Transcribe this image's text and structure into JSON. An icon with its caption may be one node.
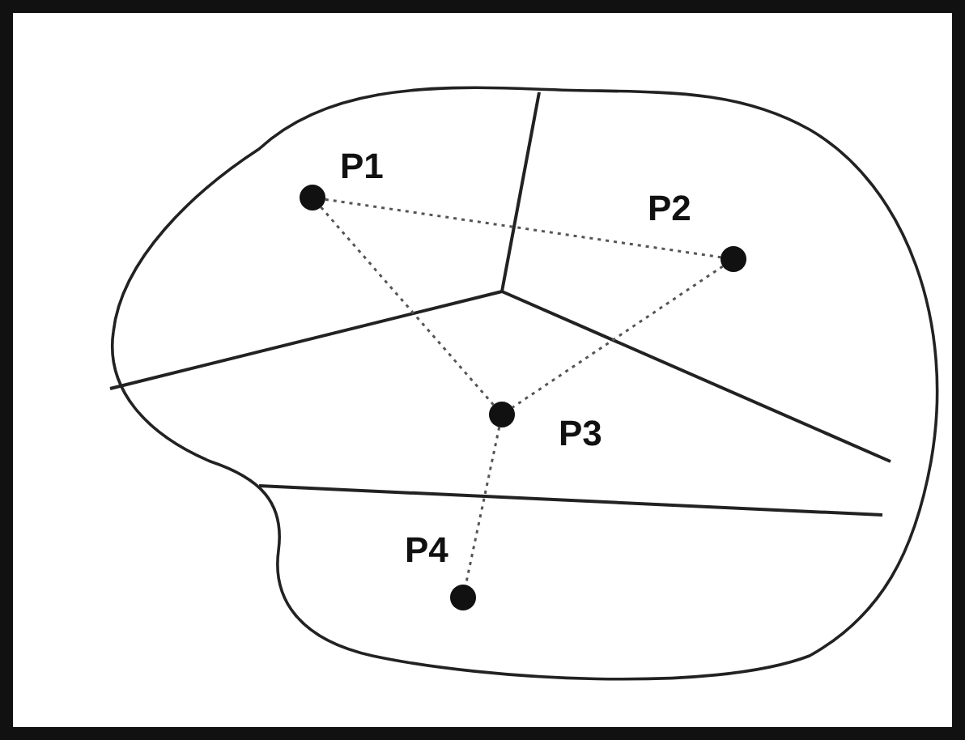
{
  "diagram": {
    "nodes": [
      {
        "text": [],
        "shape": "circle",
        "beside": [
          "P1"
        ]
      },
      {
        "text": [],
        "shape": "circle",
        "beside": [
          "P2"
        ]
      },
      {
        "text": [],
        "shape": "circle",
        "beside": [
          "P3"
        ]
      },
      {
        "text": [],
        "shape": "circle",
        "beside": [
          "P4"
        ]
      }
    ],
    "edges": [
      {
        "from": 0,
        "to": 1,
        "arrow": "none",
        "style": "dashed"
      },
      {
        "from": 0,
        "to": 2,
        "arrow": "none",
        "style": "dashed"
      },
      {
        "from": 1,
        "to": 2,
        "arrow": "none",
        "style": "dashed"
      },
      {
        "from": 2,
        "to": 3,
        "arrow": "none",
        "style": "dashed"
      }
    ]
  }
}
